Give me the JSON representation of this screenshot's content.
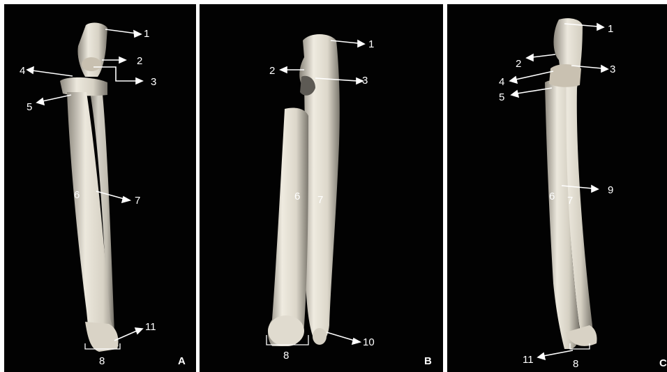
{
  "panels": [
    {
      "letter": "A",
      "labels": [
        "1",
        "2",
        "3",
        "4",
        "5",
        "6",
        "7",
        "8",
        "11"
      ]
    },
    {
      "letter": "B",
      "labels": [
        "1",
        "2",
        "3",
        "6",
        "7",
        "8",
        "10"
      ]
    },
    {
      "letter": "C",
      "labels": [
        "1",
        "2",
        "3",
        "4",
        "5",
        "6",
        "7",
        "9",
        "8",
        "11"
      ]
    }
  ],
  "colors": {
    "background": "#020202",
    "bone": "#e8e3d6",
    "label": "#ffffff"
  }
}
